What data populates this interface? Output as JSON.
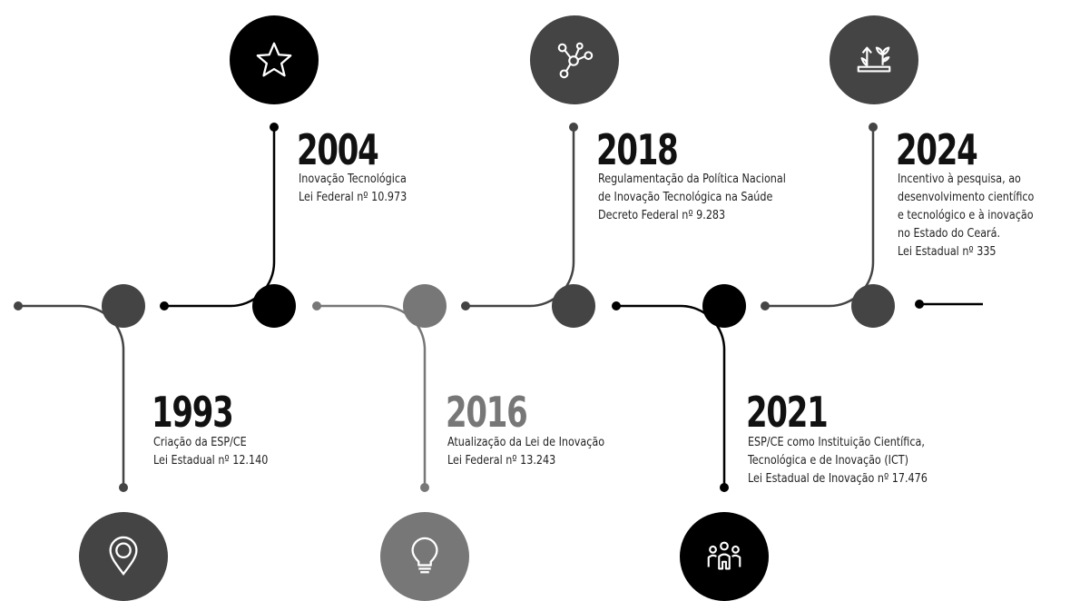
{
  "milestones": [
    {
      "id": "1993",
      "year": "1993",
      "lines": [
        "Criação da ESP/CE",
        "Lei Estadual nº 12.140"
      ],
      "icon": "location-pin-icon",
      "color": "#444444"
    },
    {
      "id": "2004",
      "year": "2004",
      "lines": [
        "Inovação Tecnológica",
        "Lei Federal nº 10.973"
      ],
      "icon": "star-icon",
      "color": "#000000"
    },
    {
      "id": "2016",
      "year": "2016",
      "lines": [
        "Atualização da Lei de Inovação",
        "Lei Federal nº 13.243"
      ],
      "icon": "lightbulb-icon",
      "color": "#777777"
    },
    {
      "id": "2018",
      "year": "2018",
      "lines": [
        "Regulamentação da Política Nacional",
        "de Inovação Tecnológica na Saúde",
        "Decreto Federal nº 9.283"
      ],
      "icon": "network-icon",
      "color": "#444444"
    },
    {
      "id": "2021",
      "year": "2021",
      "lines": [
        "ESP/CE como Instituição Científica,",
        "Tecnológica e de Inovação (ICT)",
        "Lei Estadual de Inovação nº 17.476"
      ],
      "icon": "people-icon",
      "color": "#000000"
    },
    {
      "id": "2024",
      "year": "2024",
      "lines": [
        "Incentivo à pesquisa, ao",
        "desenvolvimento científico",
        "e tecnológico e à inovação",
        "no Estado do Ceará.",
        "Lei Estadual nº 335"
      ],
      "icon": "growth-plants-icon",
      "color": "#444444"
    }
  ]
}
